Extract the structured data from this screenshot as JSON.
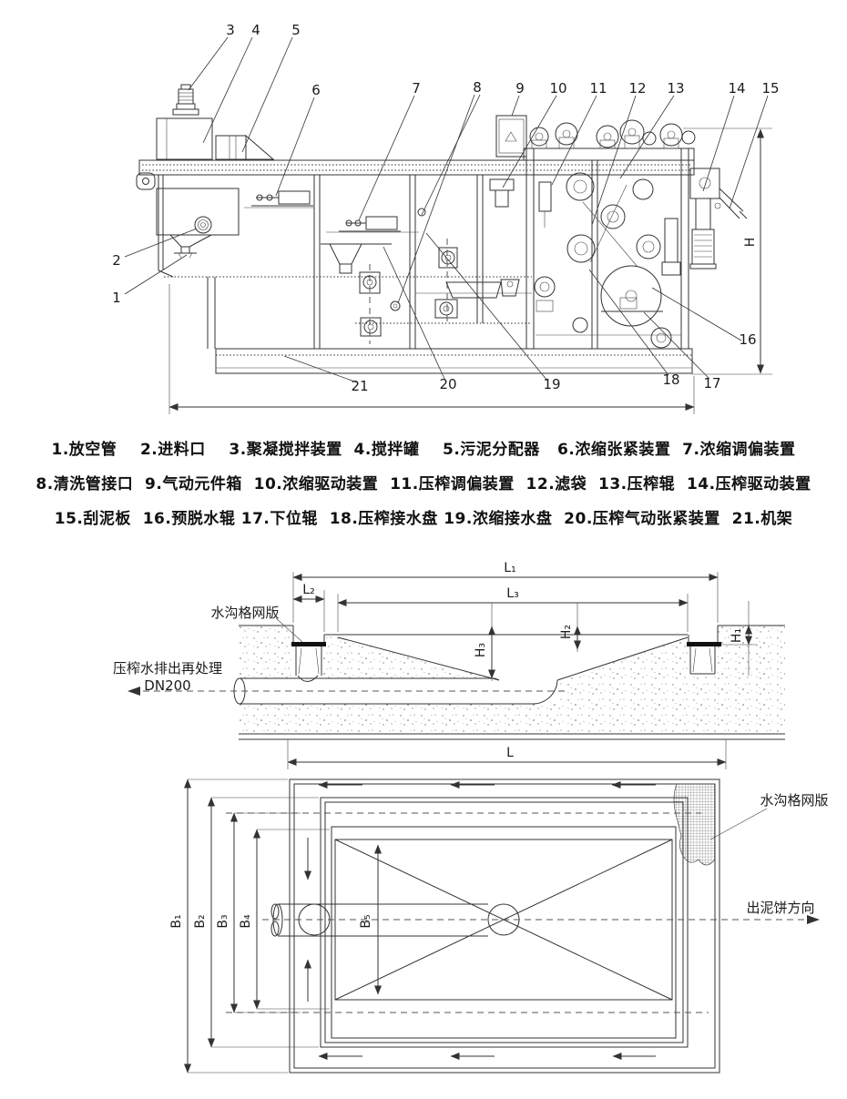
{
  "elevation": {
    "callouts": [
      "1",
      "2",
      "3",
      "4",
      "5",
      "6",
      "7",
      "8",
      "9",
      "10",
      "11",
      "12",
      "13",
      "14",
      "15",
      "16",
      "17",
      "18",
      "19",
      "20",
      "21"
    ],
    "height_label": "H"
  },
  "legend": {
    "lines": [
      "1.放空管    2.进料口    3.聚凝搅拌装置  4.搅拌罐    5.污泥分配器   6.浓缩张紧装置  7.浓缩调偏装置",
      "8.清洗管接口  9.气动元件箱  10.浓缩驱动装置  11.压榨调偏装置  12.滤袋  13.压榨辊  14.压榨驱动装置",
      "15.刮泥板  16.预脱水辊 17.下位辊  18.压榨接水盘 19.浓缩接水盘  20.压榨气动张紧装置  21.机架"
    ]
  },
  "section": {
    "dim_labels": {
      "l1": "L₁",
      "l2": "L₂",
      "l3": "L₃",
      "h1": "H₁",
      "h2": "H₂",
      "h3": "H₃",
      "l": "L"
    },
    "grate_label": "水沟格网版",
    "drain_line1": "压榨水排出再处理",
    "drain_line2": "DN200"
  },
  "plan": {
    "dim_labels": {
      "b1": "B₁",
      "b2": "B₂",
      "b3": "B₃",
      "b4": "B₄",
      "b5": "B₅"
    },
    "grate_label": "水沟格网版",
    "discharge_label": "出泥饼方向"
  }
}
